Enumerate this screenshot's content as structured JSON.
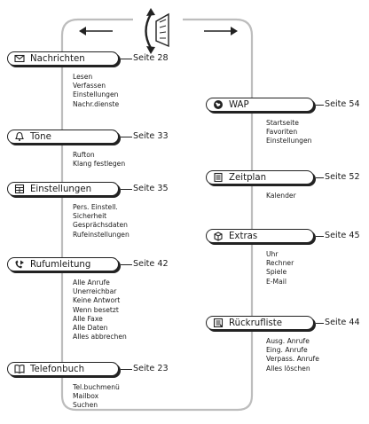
{
  "left": [
    {
      "icon": "envelope-icon",
      "title": "Nachrichten",
      "page": "Seite 28",
      "items": [
        "Lesen",
        "Verfassen",
        "Einstellungen",
        "Nachr.dienste"
      ]
    },
    {
      "icon": "bell-icon",
      "title": "Töne",
      "page": "Seite 33",
      "items": [
        "Rufton",
        "Klang festlegen"
      ]
    },
    {
      "icon": "settings-grid-icon",
      "title": "Einstellungen",
      "page": "Seite 35",
      "items": [
        "Pers. Einstell.",
        "Sicherheit",
        "Gesprächsdaten",
        "Rufeinstellungen"
      ]
    },
    {
      "icon": "call-forward-icon",
      "title": "Rufumleitung",
      "page": "Seite 42",
      "items": [
        "Alle Anrufe",
        "Unerreichbar",
        "Keine Antwort",
        "Wenn besetzt",
        "Alle Faxe",
        "Alle Daten",
        "Alles abbrechen"
      ]
    },
    {
      "icon": "phonebook-icon",
      "title": "Telefonbuch",
      "page": "Seite 23",
      "items": [
        "Tel.buchmenü",
        "Mailbox",
        "Suchen"
      ]
    }
  ],
  "right": [
    {
      "icon": "globe-icon",
      "title": "WAP",
      "page": "Seite 54",
      "items": [
        "Startseite",
        "Favoriten",
        "Einstellungen"
      ]
    },
    {
      "icon": "calendar-icon",
      "title": "Zeitplan",
      "page": "Seite 52",
      "items": [
        "Kalender"
      ]
    },
    {
      "icon": "box-icon",
      "title": "Extras",
      "page": "Seite 45",
      "items": [
        "Uhr",
        "Rechner",
        "Spiele",
        "E-Mail"
      ]
    },
    {
      "icon": "call-list-icon",
      "title": "Rückrufliste",
      "page": "Seite 44",
      "items": [
        "Ausg. Anrufe",
        "Eing. Anrufe",
        "Verpass. Anrufe",
        "Alles löschen"
      ]
    }
  ]
}
